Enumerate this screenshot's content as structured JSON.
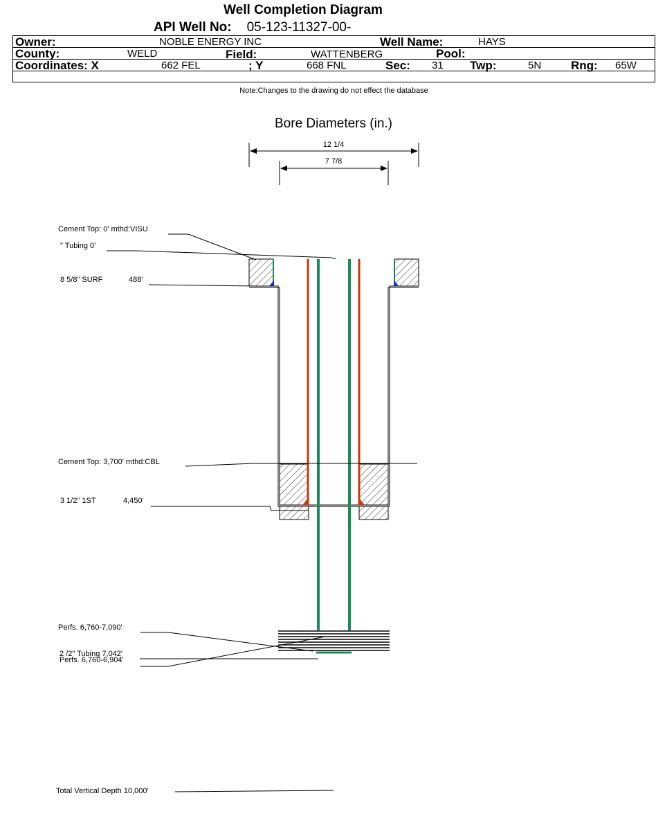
{
  "header": {
    "title": "Well Completion Diagram",
    "api_label": "API Well No:",
    "api_value": "05-123-11327-00-"
  },
  "info": {
    "owner_label": "Owner:",
    "owner_value": "NOBLE ENERGY INC",
    "well_name_label": "Well Name:",
    "well_name_value": "HAYS",
    "county_label": "County:",
    "county_value": "WELD",
    "field_label": "Field:",
    "field_value": "WATTENBERG",
    "pool_label": "Pool:",
    "pool_value": "",
    "coord_x_label": "Coordinates: X",
    "coord_x_value": "662 FEL",
    "coord_y_label": "; Y",
    "coord_y_value": "668 FNL",
    "sec_label": "Sec:",
    "sec_value": "31",
    "twp_label": "Twp:",
    "twp_value": "5N",
    "rng_label": "Rng:",
    "rng_value": "65W"
  },
  "note": "Note:Changes to the drawing do not effect the database",
  "bore": {
    "title": "Bore Diameters (in.)",
    "outer": "12 1/4",
    "inner": "7 7/8"
  },
  "labels": {
    "cement_top_1": "Cement Top: 0' mthd:VISU",
    "tubing_top": "\" Tubing 0'",
    "surf_casing": "8 5/8\" SURF",
    "surf_depth": "488'",
    "cement_top_2": "Cement Top: 3,700' mthd:CBL",
    "prod_casing": "3 1/2\" 1ST",
    "prod_depth": "4,450'",
    "perfs_1": "Perfs. 6,760-7,090'",
    "tubing_bottom": "2 /2\" Tubing 7,042'",
    "perfs_2": "Perfs. 6,760-6,904'",
    "tvd": "Total Vertical Depth 10,000'"
  },
  "colors": {
    "cement_fill": "#ffffff",
    "casing_red": "#c8380a",
    "tubing_green": "#1a8a5a",
    "casing_blue": "#1a2fd8",
    "line": "#000000"
  }
}
